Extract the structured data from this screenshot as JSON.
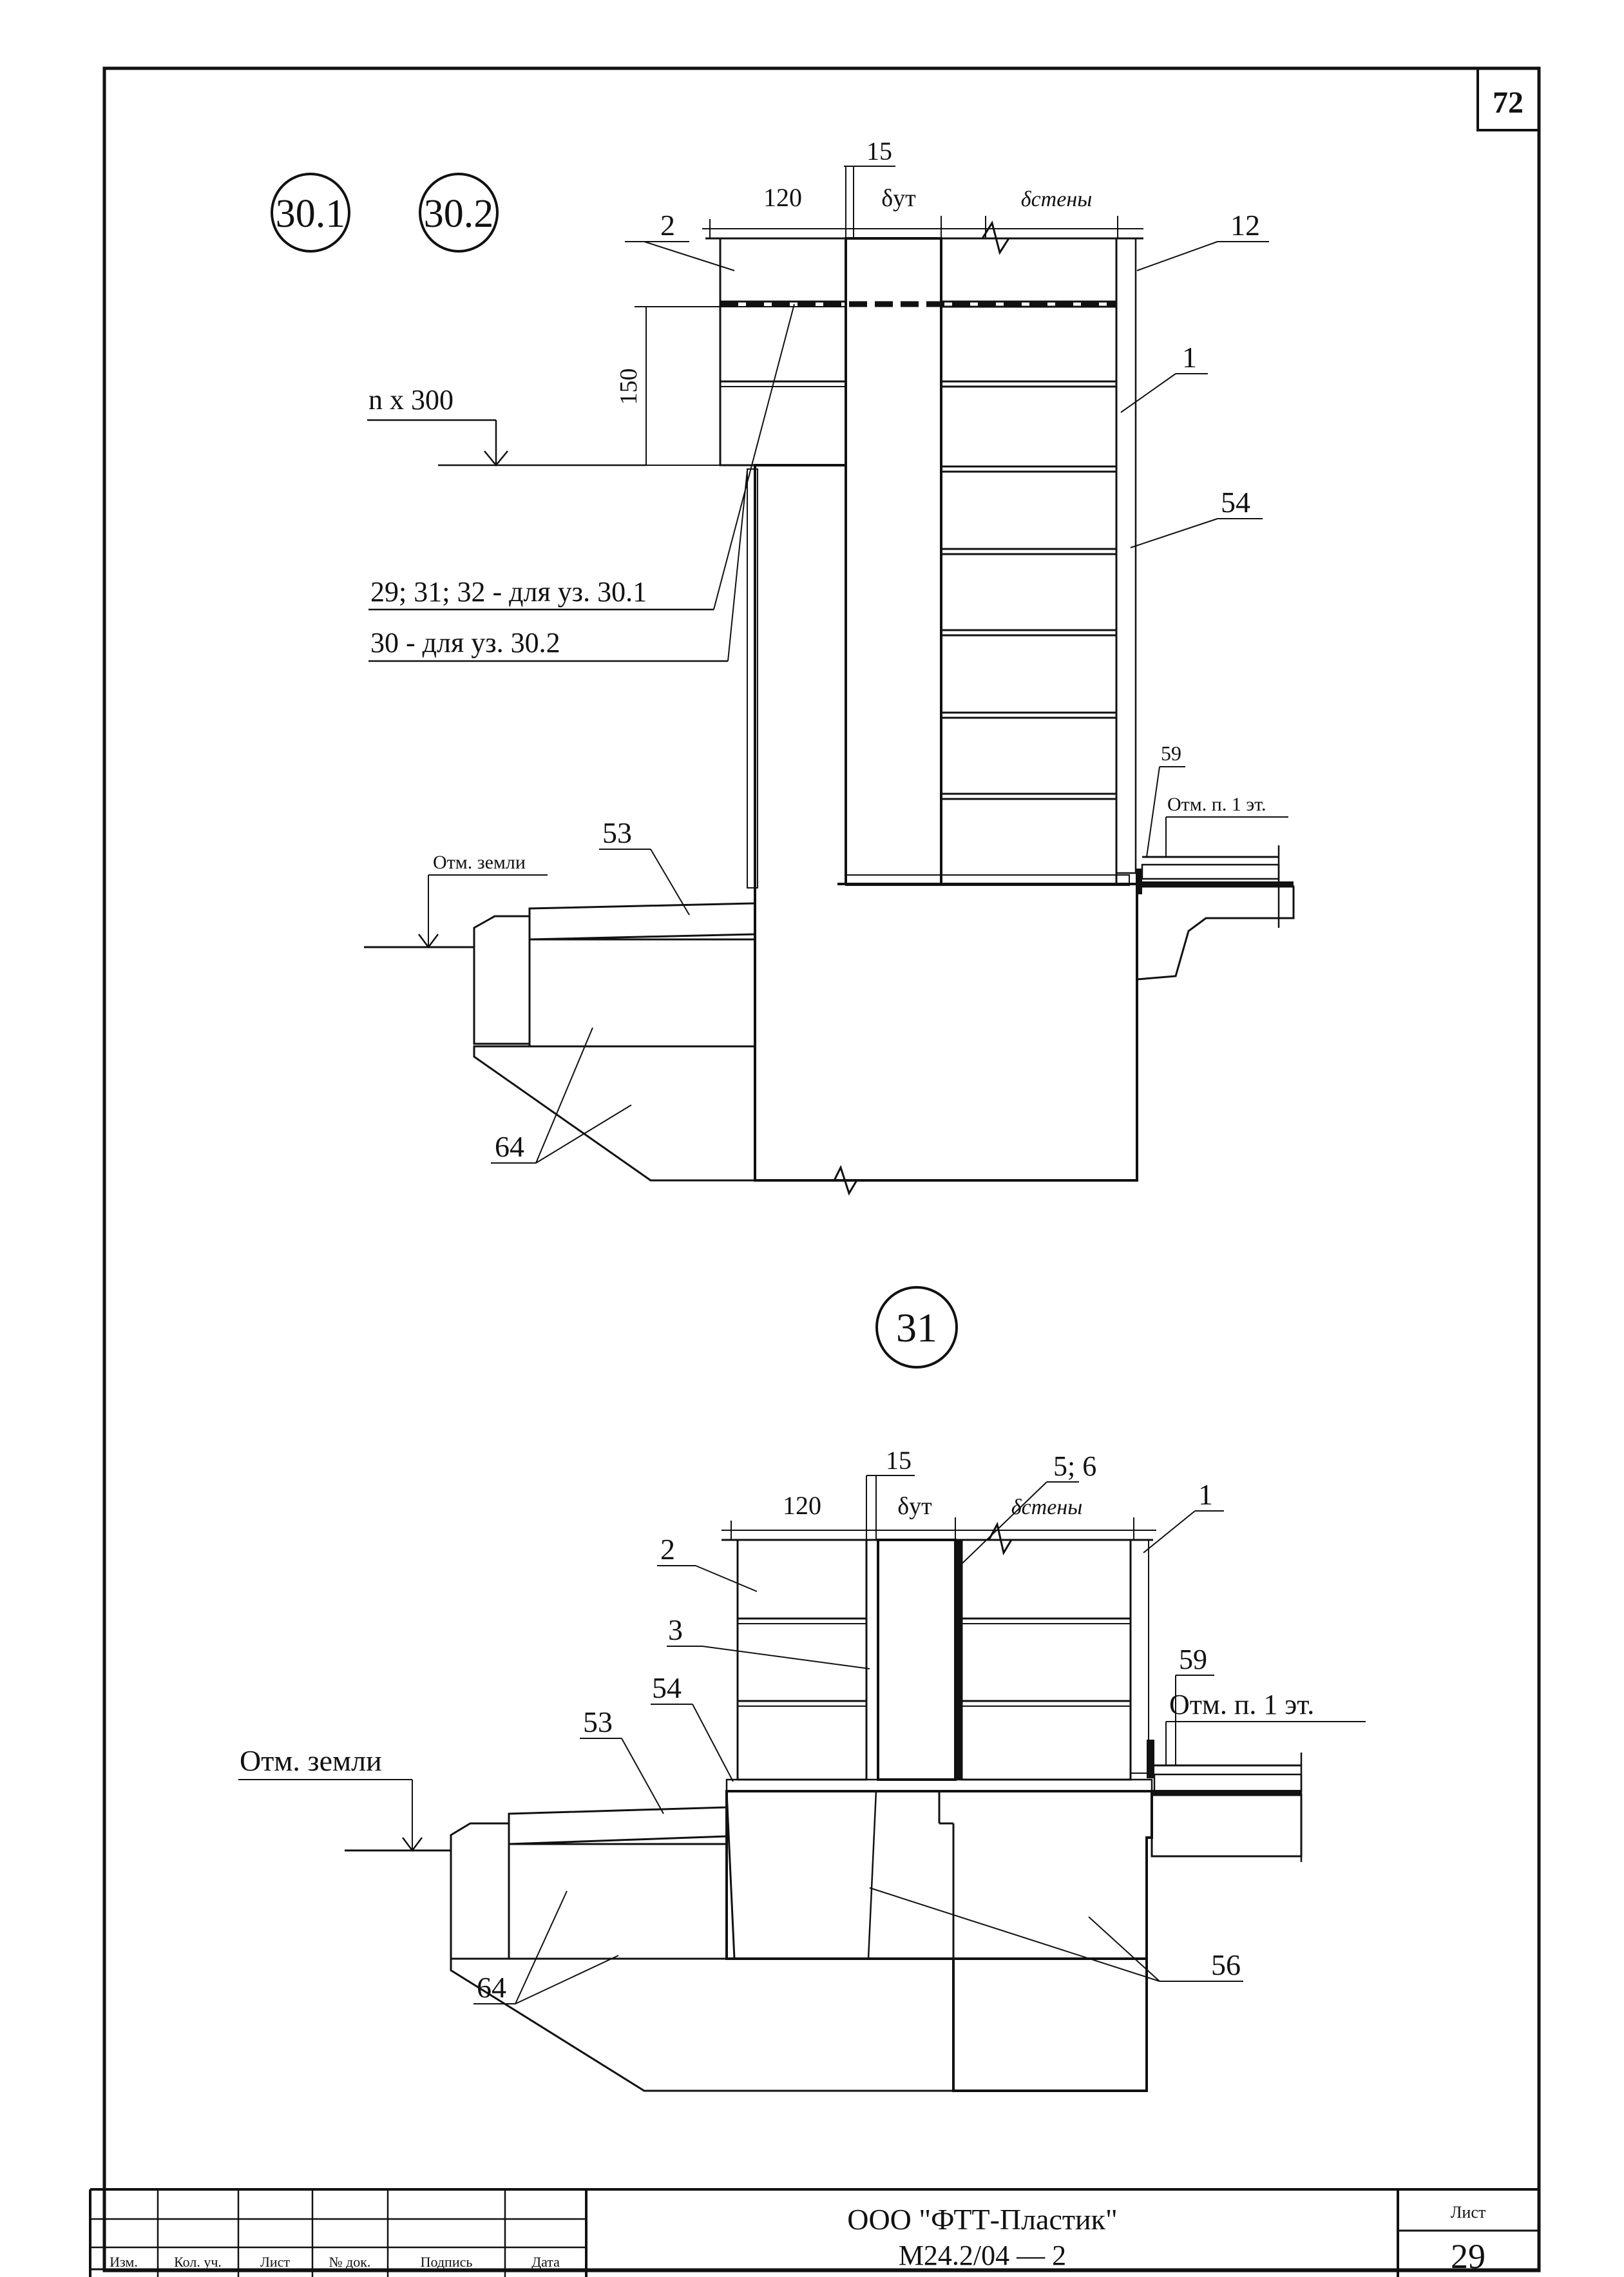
{
  "sheet": {
    "page_number": "72",
    "list_number": "29"
  },
  "node_markers": {
    "n30_1": "30.1",
    "n30_2": "30.2",
    "n31": "31"
  },
  "detail_30": {
    "dim_120": "120",
    "dim_15": "15",
    "delta_ut": "δут",
    "delta_wall": "δстены",
    "dim_150": "150",
    "level_n300": "n x 300",
    "callout_2": "2",
    "callout_12": "12",
    "callout_1": "1",
    "callout_54": "54",
    "callout_59": "59",
    "callout_53": "53",
    "callout_64": "64",
    "note_a": "29; 31; 32 - для уз. 30.1",
    "note_b": "30 - для уз. 30.2",
    "floor_level": "Отм. п. 1 эт.",
    "ground_level": "Отм. земли"
  },
  "detail_31": {
    "dim_120": "120",
    "dim_15": "15",
    "delta_ut": "δут",
    "delta_wall": "δстены",
    "callout_5_6": "5; 6",
    "callout_1": "1",
    "callout_2": "2",
    "callout_3": "3",
    "callout_54": "54",
    "callout_59": "59",
    "callout_53": "53",
    "callout_56": "56",
    "callout_64": "64",
    "floor_level": "Отм. п. 1 эт.",
    "ground_level": "Отм. земли"
  },
  "title_block": {
    "company": "ООО \"ФТТ-Пластик\"",
    "doc_code": "М24.2/04 — 2",
    "sheet_label": "Лист",
    "col_izm": "Изм.",
    "col_kol": "Кол. уч.",
    "col_list": "Лист",
    "col_doc": "№ док.",
    "col_sign": "Подпись",
    "col_date": "Дата"
  }
}
